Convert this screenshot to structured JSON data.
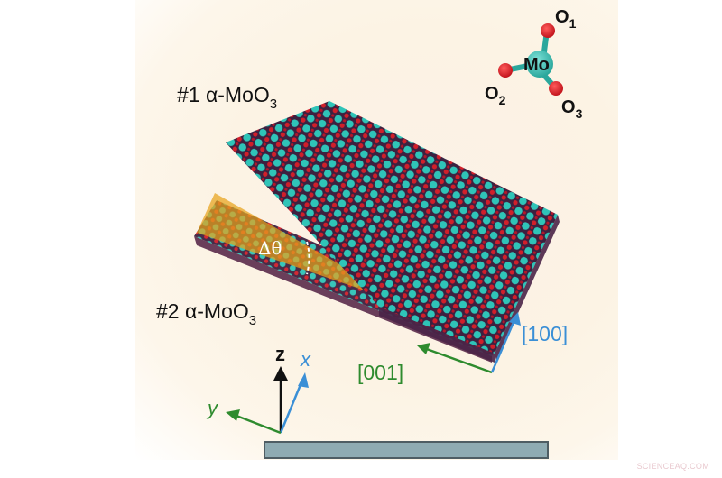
{
  "figure": {
    "type": "crystal-structure-schematic",
    "layers": [
      {
        "id": "top",
        "label_prefix": "#1 α-MoO",
        "label_sub": "3"
      },
      {
        "id": "bottom",
        "label_prefix": "#2 α-MoO",
        "label_sub": "3"
      }
    ],
    "twist_angle_label": "Δθ",
    "molecule": {
      "center": "Mo",
      "atoms": [
        {
          "name": "O",
          "sub": "1"
        },
        {
          "name": "O",
          "sub": "2"
        },
        {
          "name": "O",
          "sub": "3"
        }
      ]
    },
    "lattice_directions": [
      {
        "label": "[001]",
        "color": "#2e8b2e"
      },
      {
        "label": "[100]",
        "color": "#3a8fd6"
      }
    ],
    "axes": [
      {
        "label": "z",
        "color": "#111111"
      },
      {
        "label": "x",
        "color": "#3a8fd6"
      },
      {
        "label": "y",
        "color": "#2e8b2e"
      }
    ],
    "substrate": {
      "color": "#8fabb2",
      "border": "#4f5d63"
    },
    "colors": {
      "mo_atom": "#2fc4b8",
      "o_atom": "#d11f2a",
      "wedge": "#e8a21a"
    },
    "watermark": "SCIENCEAQ.COM"
  }
}
